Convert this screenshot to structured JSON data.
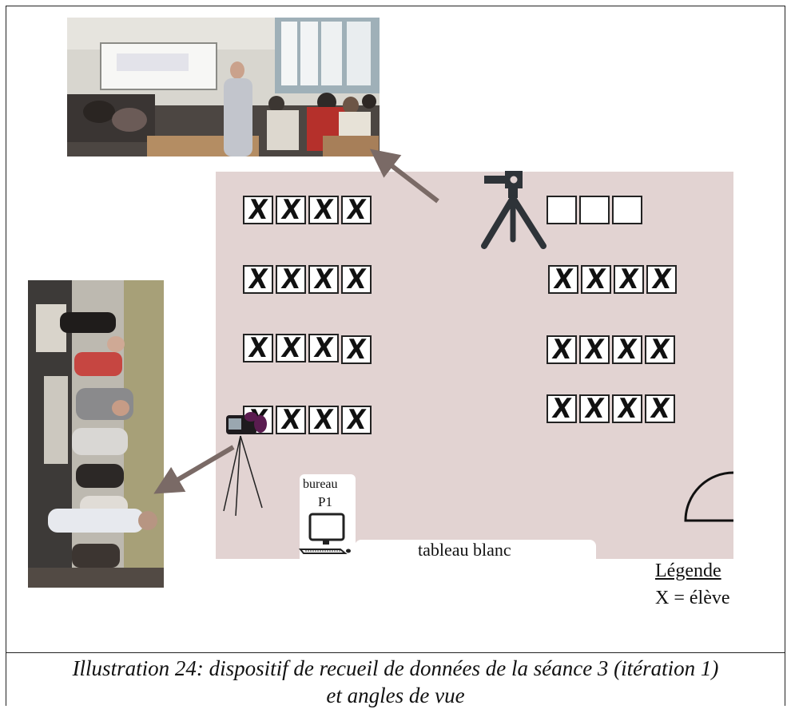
{
  "figure": {
    "caption_line1": "Illustration 24: dispositif de recueil de données de la séance 3 (itération 1)",
    "caption_line2": "et angles de vue"
  },
  "plan": {
    "student_mark": "X",
    "bureau_label": "bureau",
    "teacher_label": "P1",
    "board_label": "tableau blanc",
    "legend_title": "Légende",
    "legend_entry": "X = élève",
    "left_rows": [
      [
        "X",
        "X",
        "X",
        "X"
      ],
      [
        "X",
        "X",
        "X",
        "X"
      ],
      [
        "X",
        "X",
        "X",
        "X"
      ],
      [
        "X",
        "X",
        "X",
        "X"
      ]
    ],
    "right_rows": [
      [
        "",
        "",
        ""
      ],
      [
        "X",
        "X",
        "X",
        "X"
      ],
      [
        "X",
        "X",
        "X",
        "X"
      ],
      [
        "X",
        "X",
        "X",
        "X"
      ]
    ]
  },
  "colors": {
    "room_floor": "#e2d3d2",
    "arrow": "#7a6a66",
    "tripod": "#2e3338",
    "camcorder_body": "#5a1c50"
  },
  "icons": {
    "camera_top": "tripod-camera-icon",
    "camera_left": "camcorder-tripod-icon",
    "computer": "desktop-computer-icon",
    "door": "door-swing-icon"
  }
}
